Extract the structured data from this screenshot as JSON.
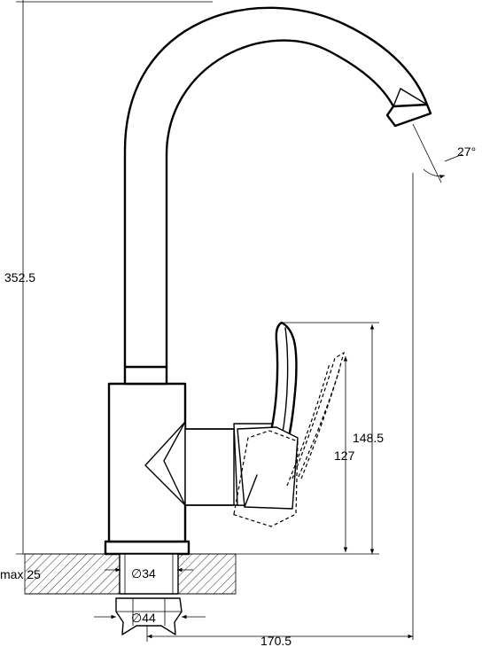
{
  "dimensions": {
    "total_height": "352.5",
    "lever_height": "148.5",
    "spout_outlet_height": "127",
    "max_deck_thickness": "max 25",
    "hole_diameter": "∅34",
    "base_diameter": "∅44",
    "reach": "170.5",
    "swivel_angle": "27°"
  }
}
